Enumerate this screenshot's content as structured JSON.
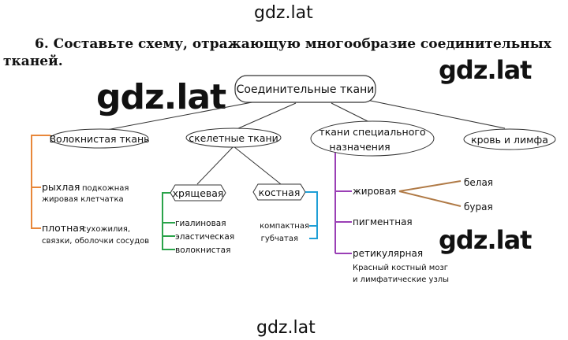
{
  "watermarks": {
    "top": "gdz.lat",
    "left": "gdz.lat",
    "right_top": "gdz.lat",
    "right_mid": "gdz.lat",
    "bottom": "gdz.lat"
  },
  "task": {
    "line1": "6.  Составьте  схему,  отражающую  многообразие  соединительных",
    "line2": "тканей."
  },
  "diagram": {
    "root": "Соединительные ткани",
    "fibrous": "Волокнистая ткань",
    "loose": "рыхлая",
    "loose_desc_1": "подкожная",
    "loose_desc_2": "жировая клетчатка",
    "dense": "плотная",
    "dense_desc_1": "сухожилия,",
    "dense_desc_2": "связки, оболочки сосудов",
    "skeletal": "скелетные ткани",
    "cartilage": "хрящевая",
    "cart_1": "гиалиновая",
    "cart_2": "эластическая",
    "cart_3": "волокнистая",
    "bone": "костная",
    "bone_1": "компактная",
    "bone_2": "губчатая",
    "special_1": "ткани специального",
    "special_2": "назначения",
    "fat": "жировая",
    "white": "белая",
    "brown": "бурая",
    "pigment": "пигментная",
    "reticular": "ретикулярная",
    "ret_desc_1": "Красный костный мозг",
    "ret_desc_2": "и лимфатические узлы",
    "blood": "кровь и лимфа"
  },
  "colors": {
    "orange": "#e8873a",
    "green": "#2aa34a",
    "blue": "#1f9fd6",
    "purple": "#9a3fb5",
    "brown": "#b07a46"
  }
}
